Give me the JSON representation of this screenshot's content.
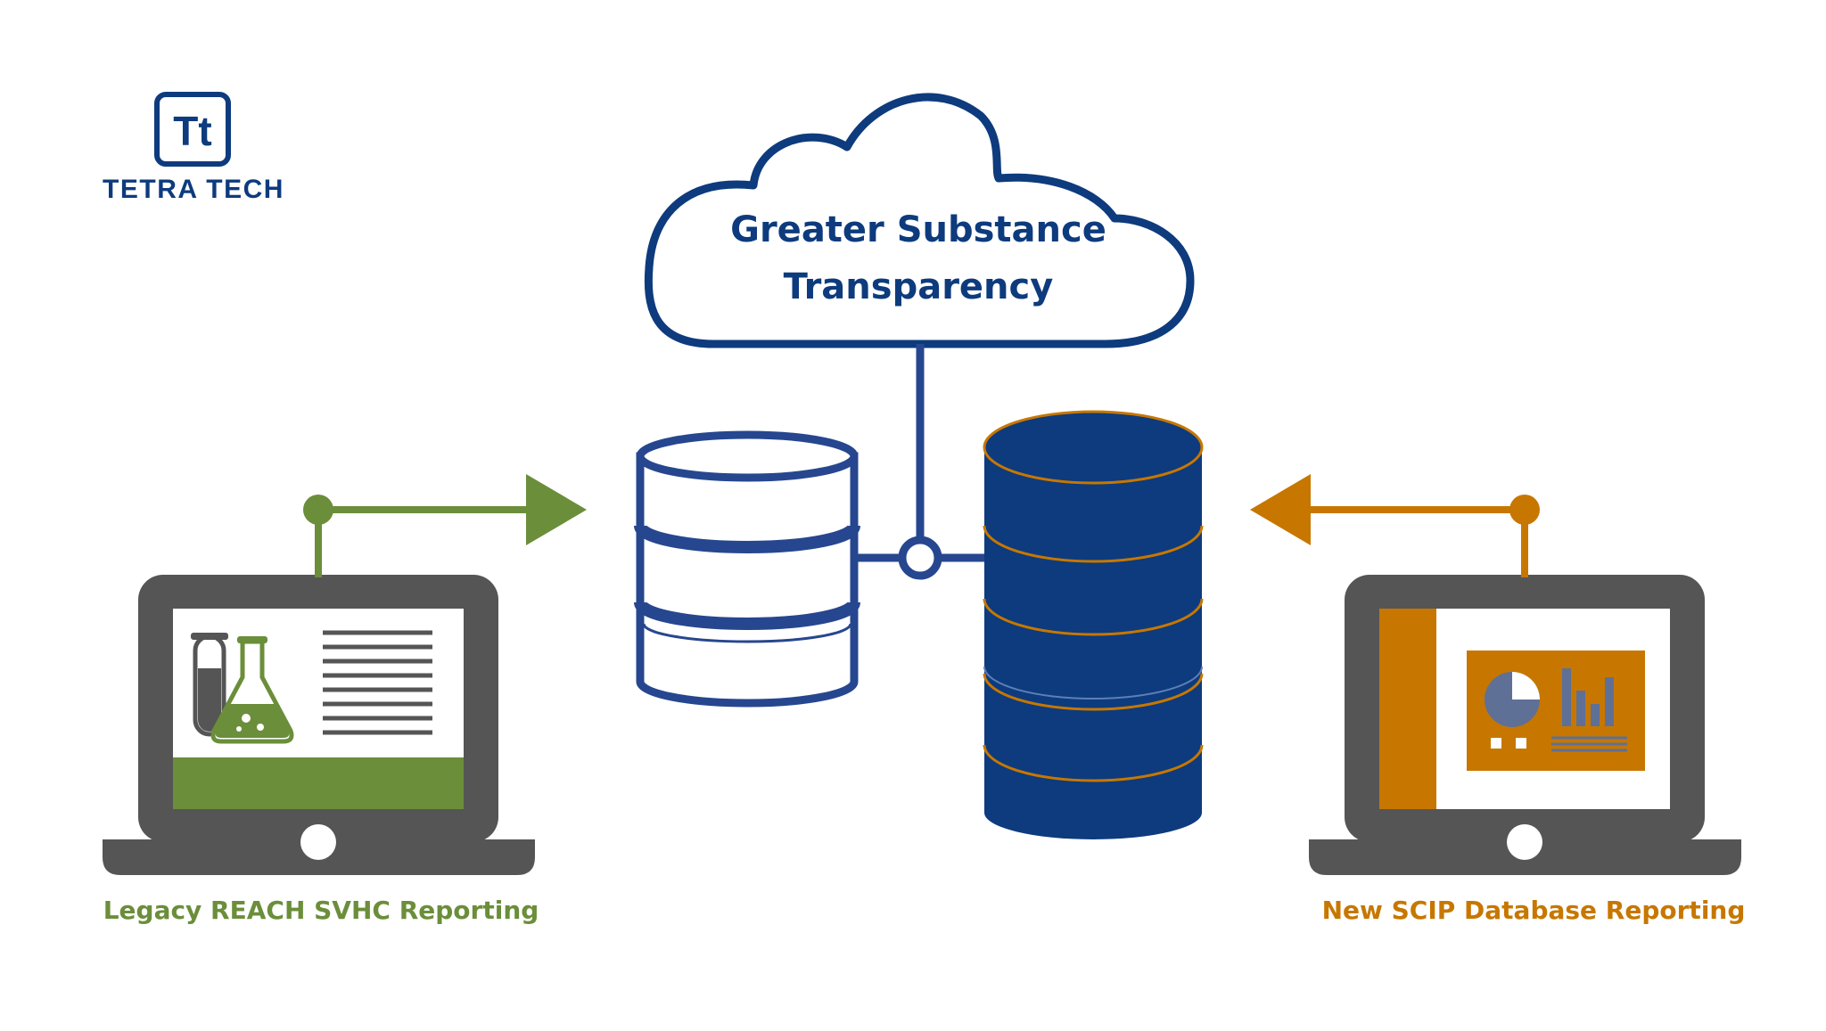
{
  "logo": {
    "monogram": "Tt",
    "wordmark": "TETRA TECH"
  },
  "cloud": {
    "line1": "Greater Substance",
    "line2": "Transparency"
  },
  "captions": {
    "left": "Legacy REACH SVHC Reporting",
    "right": "New SCIP Database Reporting"
  },
  "colors": {
    "navy": "#0d3b7d",
    "blue": "#26478f",
    "green": "#6b8e3a",
    "orange": "#c77700",
    "gray": "#555555"
  },
  "icons": {
    "logo": "tetra-tech-logo",
    "cloud": "cloud-icon",
    "db_outline": "database-outline-icon",
    "db_filled": "database-filled-icon",
    "laptop_left": "laptop-lab-report-icon",
    "laptop_right": "laptop-dashboard-icon"
  }
}
